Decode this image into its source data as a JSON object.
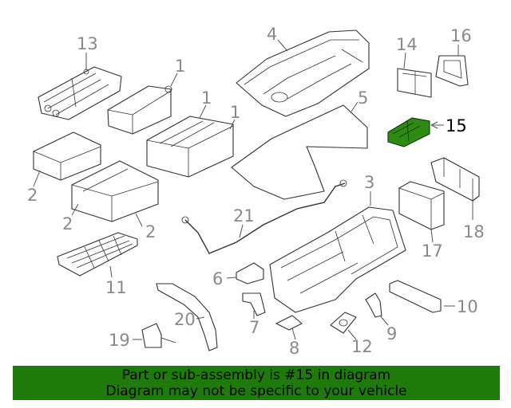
{
  "labels": {
    "l1a": "1",
    "l1b": "1",
    "l1c": "1",
    "l2a": "2",
    "l2b": "2",
    "l2c": "2",
    "l3": "3",
    "l4": "4",
    "l5": "5",
    "l6": "6",
    "l7": "7",
    "l8": "8",
    "l9": "9",
    "l10": "10",
    "l11": "11",
    "l12": "12",
    "l13": "13",
    "l14": "14",
    "l15": "15",
    "l16": "16",
    "l17": "17",
    "l18": "18",
    "l19": "19",
    "l20": "20",
    "l21": "21"
  },
  "highlight_color": "#2f8a14",
  "banner": {
    "line1": "Part or sub-assembly is #15 in diagram",
    "line2": "Diagram may not be specific to your vehicle",
    "background": "#1f7a0c"
  }
}
